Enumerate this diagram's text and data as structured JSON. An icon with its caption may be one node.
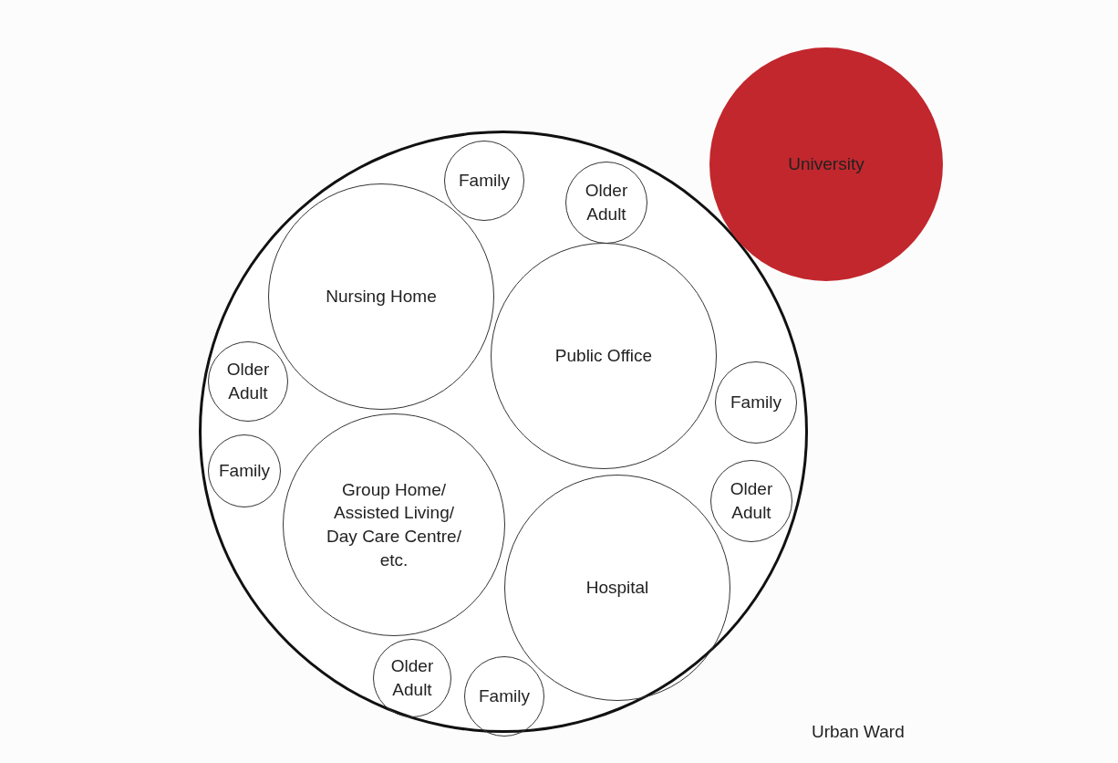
{
  "diagram": {
    "nodes": [
      {
        "text": [
          "Urban Ward"
        ]
      },
      {
        "text": [
          "University"
        ]
      },
      {
        "text": [
          "Family"
        ],
        "in": 0
      },
      {
        "text": [
          "Older Adult"
        ],
        "in": 0
      },
      {
        "text": [
          "Nursing Home"
        ],
        "in": 0
      },
      {
        "text": [
          "Public Office"
        ],
        "in": 0
      },
      {
        "text": [
          "Older Adult"
        ],
        "in": 0
      },
      {
        "text": [
          "Family"
        ],
        "in": 0
      },
      {
        "text": [
          "Family"
        ],
        "in": 0
      },
      {
        "text": [
          "Older Adult"
        ],
        "in": 0
      },
      {
        "text": [
          "Group Home/ Assisted Living/ Day Care Centre/ etc."
        ],
        "in": 0
      },
      {
        "text": [
          "Hospital"
        ],
        "in": 0
      },
      {
        "text": [
          "Older Adult"
        ],
        "in": 0
      },
      {
        "text": [
          "Family"
        ],
        "in": 0
      }
    ],
    "edges": []
  }
}
